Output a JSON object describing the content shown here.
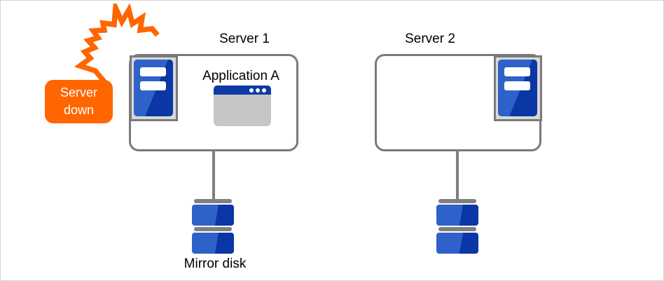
{
  "diagram": {
    "alert": {
      "line1": "Server",
      "line2": "down"
    },
    "server1": {
      "title": "Server 1",
      "app_label": "Application A"
    },
    "server2": {
      "title": "Server 2"
    },
    "mirror_disk_label": "Mirror disk"
  },
  "icons": {
    "crash_burst": "crash-burst-icon",
    "server_tower": "server-tower-icon",
    "application_window": "application-window-icon",
    "mirror_disk": "mirror-disk-icon"
  },
  "colors": {
    "orange": "#ff6600",
    "border_gray": "#7a7a7a",
    "line_gray": "#7f7f7f",
    "icon_bg": "#d9d9d9",
    "blue_light": "#2e62c9",
    "blue_dark": "#0b36a6",
    "window_title_blue": "#0d3aa6",
    "window_body_gray": "#c6c6c6",
    "canvas_border": "#d4d4d4",
    "text_black": "#000000"
  }
}
